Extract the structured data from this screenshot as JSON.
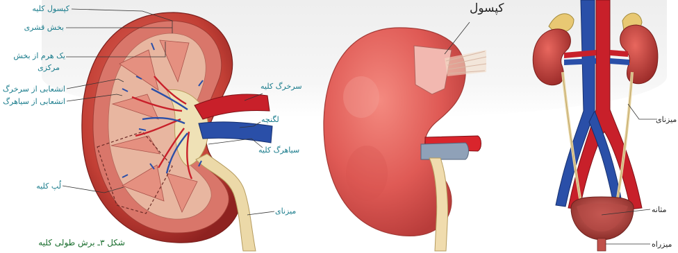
{
  "figure": {
    "caption": "شکل ۳ـ برش طولی کلیه",
    "left_labels": {
      "capsule": "کپسول کلیه",
      "cortex": "بخش قشری",
      "pyramid_line1": "یک هرم از بخش",
      "pyramid_line2": "مرکزی",
      "artery_branch": "انشعابی از سرخرگ",
      "vein_branch": "انشعابی از سیاهرگ",
      "lobe": "لُپ کلیه",
      "renal_artery": "سرخرگ کلیه",
      "pelvis": "لگنچه",
      "renal_vein": "سیاهرگ کلیه",
      "ureter": "میزنای"
    },
    "middle_labels": {
      "capsule": "کپسول"
    },
    "right_labels": {
      "ureter": "میزنای",
      "bladder": "مثانه",
      "urethra": "میزراه"
    },
    "colors": {
      "label_teal": "#1a7c8c",
      "caption_green": "#1a6e2e",
      "kidney_red": "#c9443c",
      "artery_red": "#c8202a",
      "vein_blue": "#2a4fa8"
    }
  }
}
